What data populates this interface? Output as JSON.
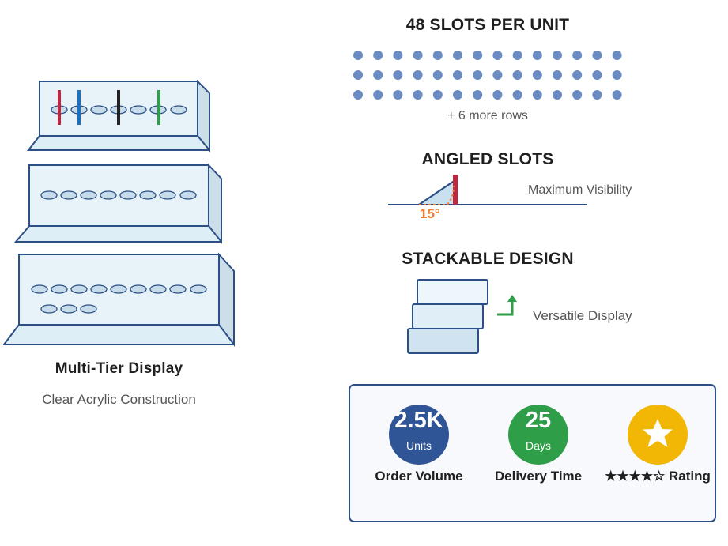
{
  "left": {
    "title": "Multi-Tier Display",
    "subtitle": "Clear Acrylic Construction"
  },
  "slots": {
    "title": "48 SLOTS PER UNIT",
    "more_rows": "+ 6 more rows",
    "visible_rows": 3,
    "dots_per_row": 14
  },
  "angled": {
    "title": "ANGLED SLOTS",
    "angle_label": "15°",
    "caption": "Maximum Visibility"
  },
  "stack": {
    "title": "STACKABLE DESIGN",
    "caption": "Versatile Display"
  },
  "stats": [
    {
      "value": "2.5K",
      "unit": "Units",
      "label": "Order Volume",
      "color": "#2f5597"
    },
    {
      "value": "25",
      "unit": "Days",
      "label": "Delivery Time",
      "color": "#2e9e49"
    },
    {
      "icon": "star-icon",
      "label": "★★★★☆ Rating",
      "color": "#f2b705"
    }
  ],
  "colors": {
    "acrylic_fill": "#ddeef7",
    "acrylic_stroke": "#2c4f86",
    "dot": "#6b8cc2",
    "angle_accent": "#ed7d31",
    "slot_bar": "#c0263e",
    "arrow": "#2e9e49",
    "pen_colors": [
      "#c0263e",
      "#1f6fbf",
      "#222222",
      "#2e9e49"
    ]
  }
}
